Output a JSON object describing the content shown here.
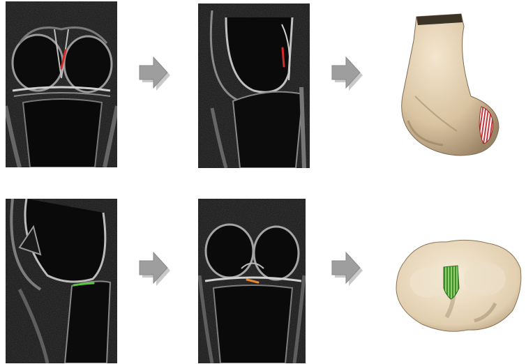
{
  "figure": {
    "rows": [
      {
        "mri_views": [
          "coronal",
          "sagittal"
        ],
        "marker_colors": [
          "#d62b2b",
          "#d62b2b"
        ],
        "model": "femur-3d",
        "footprint_color": "#c8373a"
      },
      {
        "mri_views": [
          "sagittal",
          "coronal"
        ],
        "marker_colors": [
          "#58c83a",
          "#e8872e"
        ],
        "model": "tibia-3d",
        "footprint_color": "#3f8f2e"
      }
    ],
    "icons": [
      "arrow-right-icon",
      "arrow-right-icon",
      "arrow-right-icon",
      "arrow-right-icon"
    ]
  }
}
